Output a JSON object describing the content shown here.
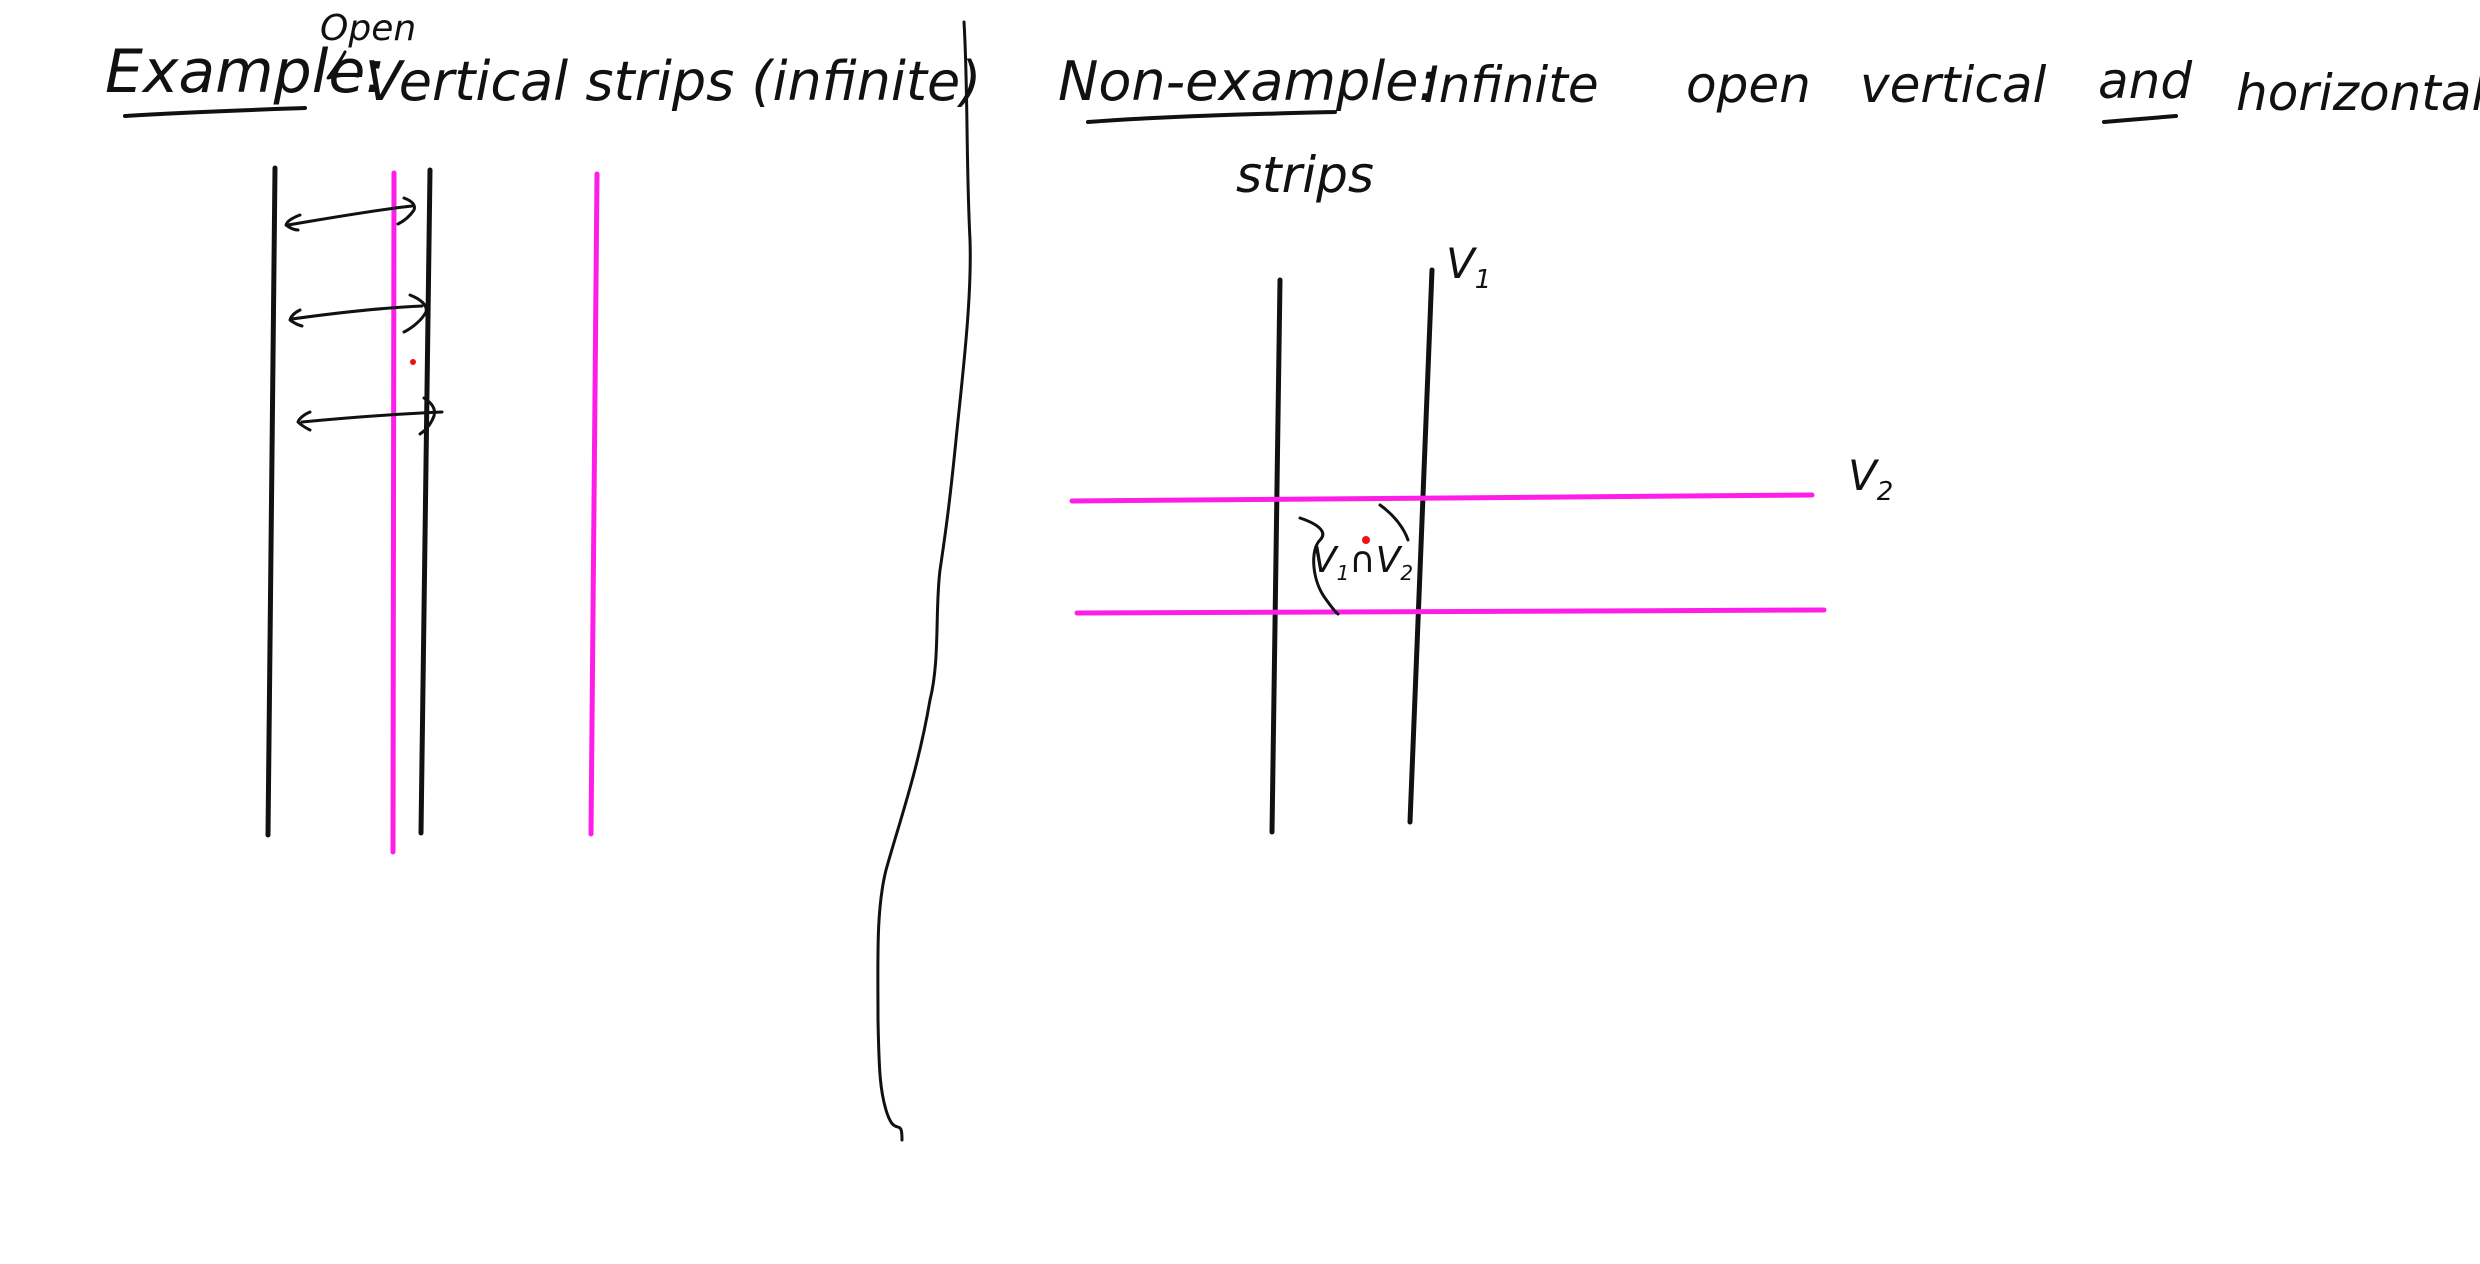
{
  "left_panel": {
    "heading": "Example:",
    "heading_insert": "Open",
    "title": "Vertical strips (infinite)"
  },
  "right_panel": {
    "heading": "Non-example:",
    "title_word_1": "Infinite",
    "title_word_2": "open",
    "title_word_3": "vertical",
    "title_word_4": "and",
    "title_word_5": "horizontal",
    "title_line_2": "strips",
    "label_v1": "V",
    "label_v1_sub": "1",
    "label_v2": "V",
    "label_v2_sub": "2",
    "intersection_label_a": "V",
    "intersection_label_a_sub": "1",
    "intersection_op": "∩",
    "intersection_label_b": "V",
    "intersection_label_b_sub": "2"
  },
  "colors": {
    "ink": "#111111",
    "highlight": "#ff1ee8",
    "point": "#ee1111",
    "background": "#ffffff"
  }
}
